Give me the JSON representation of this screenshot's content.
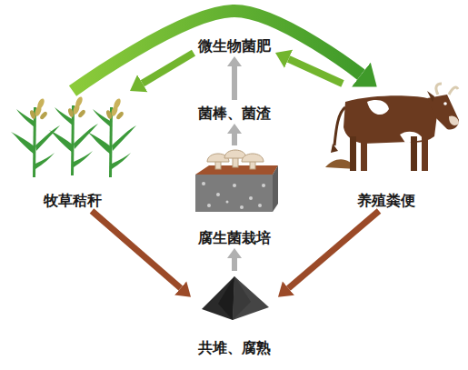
{
  "diagram": {
    "nodes": [
      {
        "text": [
          "微生物菌肥"
        ]
      },
      {
        "text": [
          "牧草秸秆"
        ]
      },
      {
        "text": [
          "菌棒、菌渣"
        ]
      },
      {
        "text": [
          "养殖粪便"
        ]
      },
      {
        "text": [
          "腐生菌栽培"
        ]
      },
      {
        "text": [
          "共堆、腐熟"
        ]
      }
    ],
    "edges": [
      {
        "from": 1,
        "to": 3,
        "arrow": "to"
      },
      {
        "from": 0,
        "to": 1,
        "arrow": "to"
      },
      {
        "from": 3,
        "to": 0,
        "arrow": "to"
      },
      {
        "from": 2,
        "to": 0,
        "arrow": "to"
      },
      {
        "from": 4,
        "to": 2,
        "arrow": "to"
      },
      {
        "from": 5,
        "to": 4,
        "arrow": "to"
      },
      {
        "from": 1,
        "to": 5,
        "arrow": "to"
      },
      {
        "from": 3,
        "to": 5,
        "arrow": "to"
      }
    ]
  }
}
